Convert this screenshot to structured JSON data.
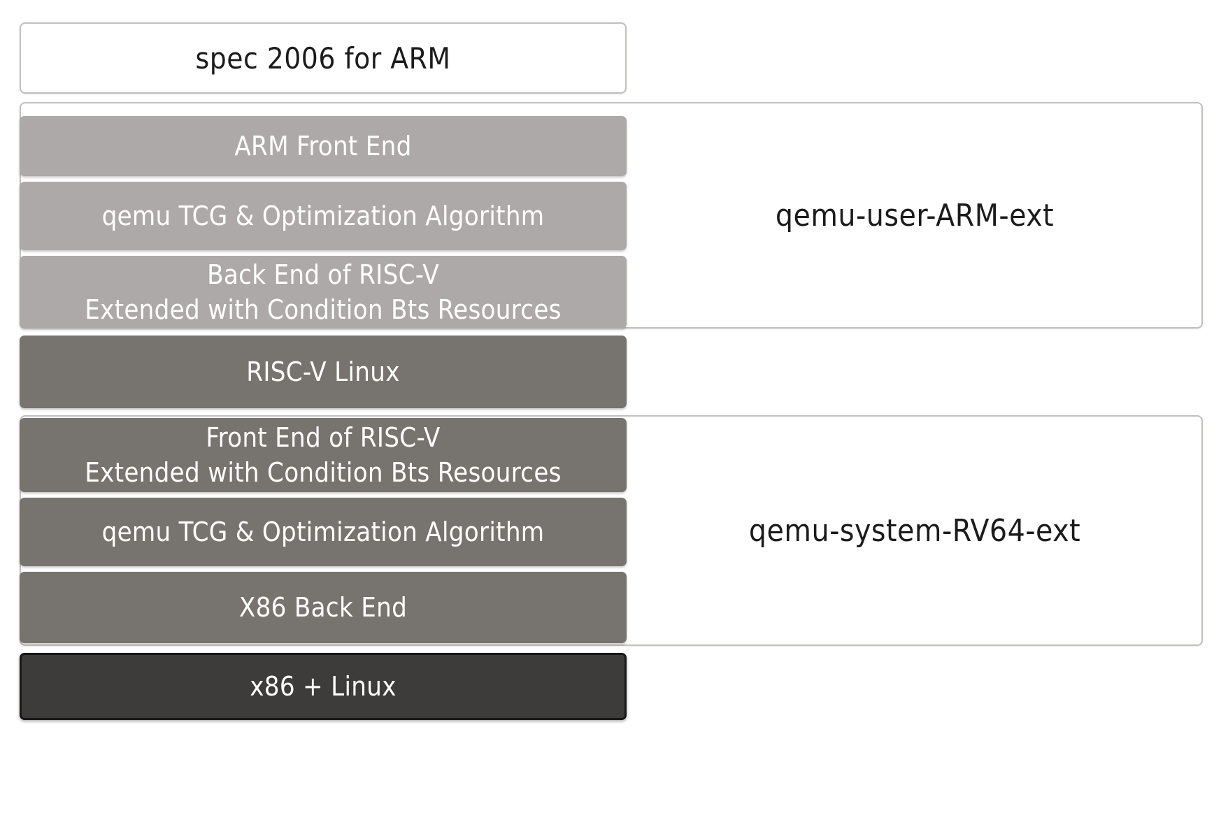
{
  "diagram": {
    "title_box": {
      "label": "spec 2006 for ARM"
    },
    "groups": [
      {
        "id": "qemu-user-arm-ext",
        "caption": "qemu-user-ARM-ext",
        "color": "#aca9a8"
      },
      {
        "id": "qemu-system-rv64-ext",
        "caption": "qemu-system-RV64-ext",
        "color": "#77736f"
      }
    ],
    "layers": [
      {
        "id": "arm-front-end",
        "line1": "ARM Front End",
        "line2": "",
        "shade": "light"
      },
      {
        "id": "qemu-tcg-optimization-upper",
        "line1": "qemu TCG & Optimization Algorithm",
        "line2": "",
        "shade": "light"
      },
      {
        "id": "back-end-of-riscv",
        "line1": "Back End of RISC-V",
        "line2": "Extended with Condition Bts Resources",
        "shade": "light"
      },
      {
        "id": "riscv-linux",
        "line1": "RISC-V  Linux",
        "line2": "",
        "shade": "mid"
      },
      {
        "id": "front-end-of-riscv",
        "line1": "Front End of RISC-V",
        "line2": "Extended with Condition Bts Resources",
        "shade": "mid"
      },
      {
        "id": "qemu-tcg-optimization-lower",
        "line1": "qemu TCG & Optimization Algorithm",
        "line2": "",
        "shade": "mid"
      },
      {
        "id": "x86-back-end",
        "line1": "X86 Back End",
        "line2": "",
        "shade": "mid"
      },
      {
        "id": "x86-linux",
        "line1": "x86  + Linux",
        "line2": "",
        "shade": "dark"
      }
    ],
    "colors": {
      "light_gray": "#aca9a8",
      "mid_gray": "#77736f",
      "dark_gray": "#3e3c3a",
      "outline": "#c2bfbd",
      "background": "#ffffff",
      "text_on_fill": "#ffffff",
      "text_on_white": "#1b1b1b"
    }
  }
}
